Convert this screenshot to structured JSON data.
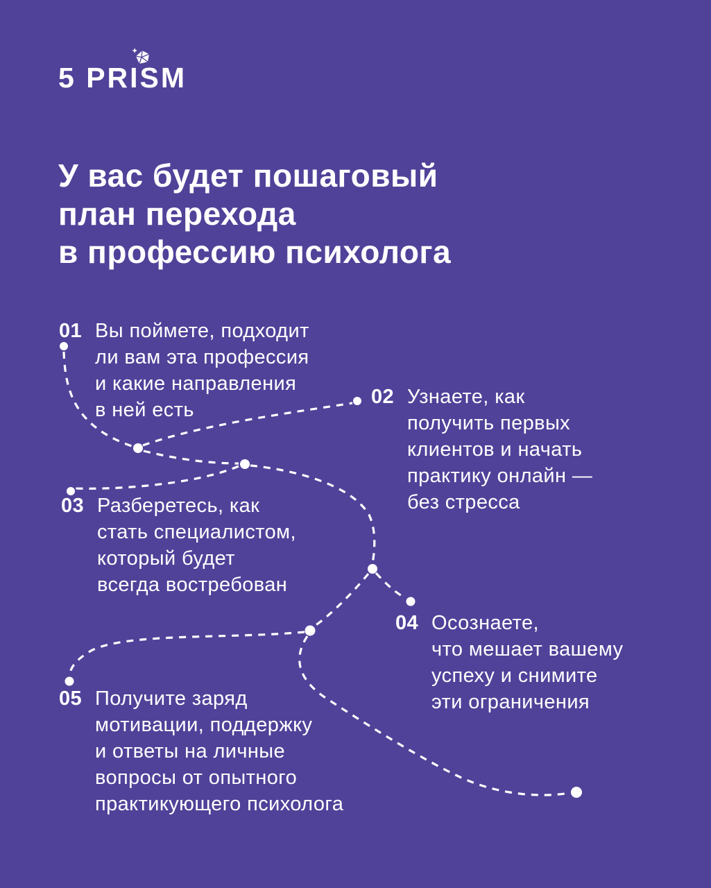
{
  "colors": {
    "background": "#504299",
    "text": "#ffffff",
    "line": "#ffffff"
  },
  "logo": {
    "text": "5 PRISM",
    "icon": "gem-icon"
  },
  "headline": {
    "text": "У вас будет пошаговый\nплан перехода\nв профессию психолога"
  },
  "steps": [
    {
      "number": "01",
      "text": "Вы поймете, подходит\nли вам эта профессия\nи какие направления\nв ней есть"
    },
    {
      "number": "02",
      "text": "Узнаете, как\nполучить первых\nклиентов и начать\nпрактику онлайн —\nбез стресса"
    },
    {
      "number": "03",
      "text": "Разберетесь, как\nстать специалистом,\nкоторый будет\nвсегда востребован"
    },
    {
      "number": "04",
      "text": "Осознаете,\nчто мешает вашему\nуспеху и снимите\nэти ограничения"
    },
    {
      "number": "05",
      "text": "Получите заряд\nмотивации, поддержку\nи ответы на личные\nвопросы от опытного\nпрактикующего психолога"
    }
  ]
}
